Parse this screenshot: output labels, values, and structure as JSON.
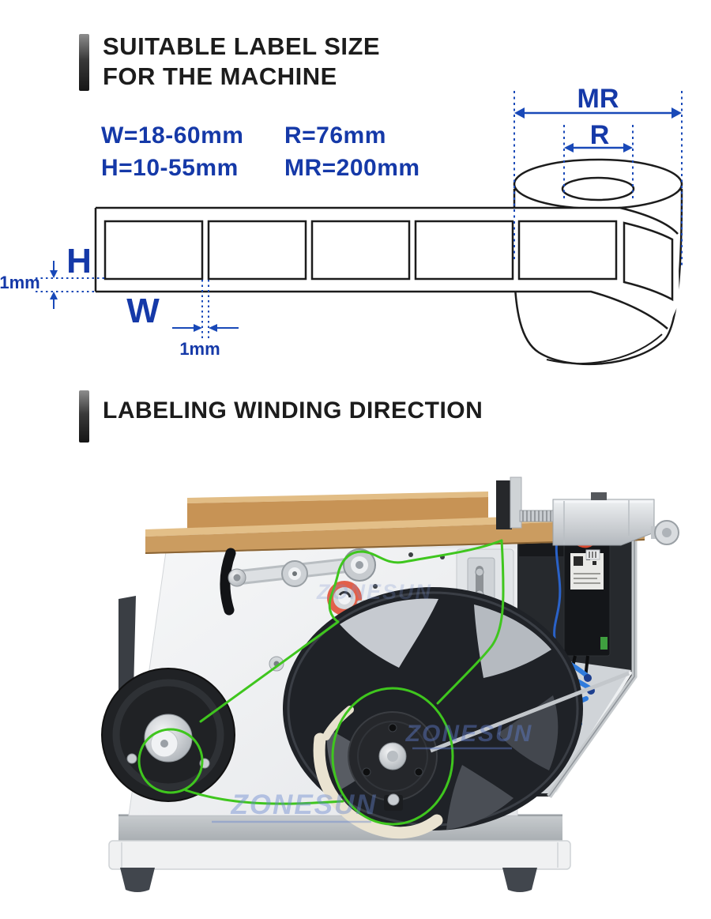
{
  "section1": {
    "heading": {
      "line1": "SUITABLE LABEL SIZE",
      "line2": "FOR THE MACHINE"
    },
    "specs": [
      {
        "label": "W=18-60mm"
      },
      {
        "label": "H=10-55mm"
      },
      {
        "label": "R=76mm"
      },
      {
        "label": "MR=200mm"
      }
    ],
    "dims": {
      "mr": "MR",
      "r": "R",
      "h": "H",
      "w": "W",
      "edge_gap": "1mm",
      "label_gap": "1mm"
    }
  },
  "section2": {
    "heading": "LABELING WINDING DIRECTION"
  },
  "watermark": {
    "text": "ZONESUN"
  },
  "colors": {
    "accent_blue": "#1539A8",
    "diagram_line": "#1c1c1c",
    "winding_path_green": "#3FC61E",
    "roller_highlight_red": "#E2604A",
    "air_tube_blue": "#2F7BDC",
    "wood": "#C99A5E"
  }
}
